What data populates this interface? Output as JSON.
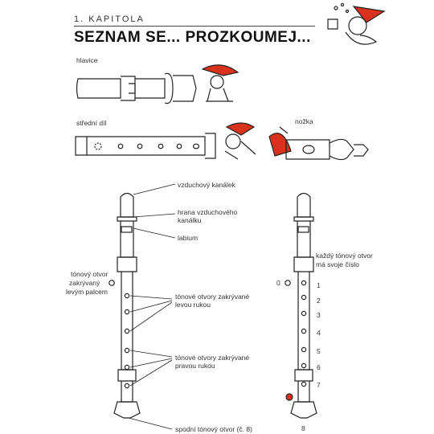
{
  "header": {
    "chapter": "1. KAPITOLA",
    "title": "SEZNAM SE... PROZKOUMEJ..."
  },
  "parts": {
    "head": "hlavice",
    "middle": "střední díl",
    "foot": "nožka"
  },
  "left_diagram": {
    "windway": "vzduchový kanálek",
    "edge_line1": "hrana vzduchového",
    "edge_line2": "kanálku",
    "labium": "labium",
    "tone_hole_line1": "tónový otvor",
    "tone_hole_line2": "zakrývaný",
    "tone_hole_line3": "levým palcem",
    "left_holes_line1": "tónové otvory zakrývané",
    "left_holes_line2": "levou rukou",
    "right_holes_line1": "tónové otvory zakrývané",
    "right_holes_line2": "pravou rukou",
    "bottom_hole": "spodní tónový otvor (č. 8)"
  },
  "right_diagram": {
    "note_line1": "každý tónový otvor",
    "note_line2": "má svoje číslo",
    "thumb_number": "0",
    "numbers": [
      "1",
      "2",
      "3",
      "4",
      "5",
      "6",
      "7",
      "8"
    ]
  },
  "colors": {
    "ink": "#222222",
    "accent_red": "#d8321f"
  }
}
